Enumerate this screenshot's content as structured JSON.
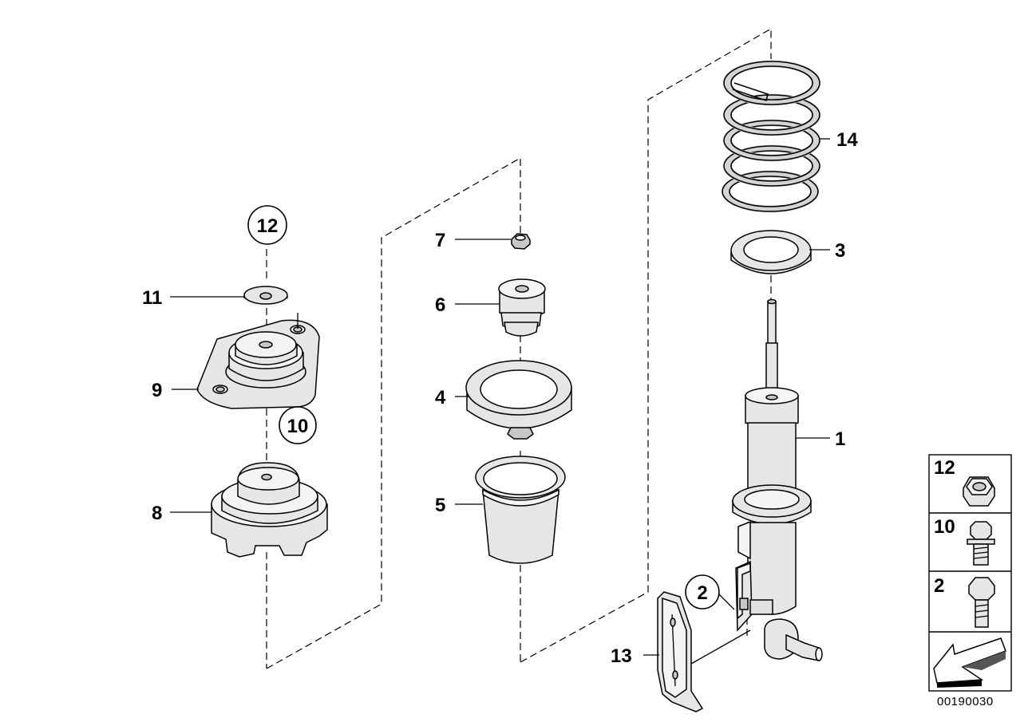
{
  "diagram": {
    "callouts": [
      {
        "id": "1",
        "label": "1"
      },
      {
        "id": "2",
        "label": "2",
        "circled": true
      },
      {
        "id": "3",
        "label": "3"
      },
      {
        "id": "4",
        "label": "4"
      },
      {
        "id": "5",
        "label": "5"
      },
      {
        "id": "6",
        "label": "6"
      },
      {
        "id": "7",
        "label": "7"
      },
      {
        "id": "8",
        "label": "8"
      },
      {
        "id": "9",
        "label": "9"
      },
      {
        "id": "10",
        "label": "10",
        "circled": true
      },
      {
        "id": "11",
        "label": "11"
      },
      {
        "id": "12",
        "label": "12",
        "circled": true
      },
      {
        "id": "13",
        "label": "13"
      },
      {
        "id": "14",
        "label": "14"
      }
    ],
    "legend": [
      {
        "label": "12",
        "icon": "hex-nut-icon"
      },
      {
        "label": "10",
        "icon": "flange-bolt-icon"
      },
      {
        "label": "2",
        "icon": "hex-bolt-icon"
      },
      {
        "label": "",
        "icon": "direction-arrow-icon"
      }
    ],
    "catalog_number": "00190030"
  }
}
